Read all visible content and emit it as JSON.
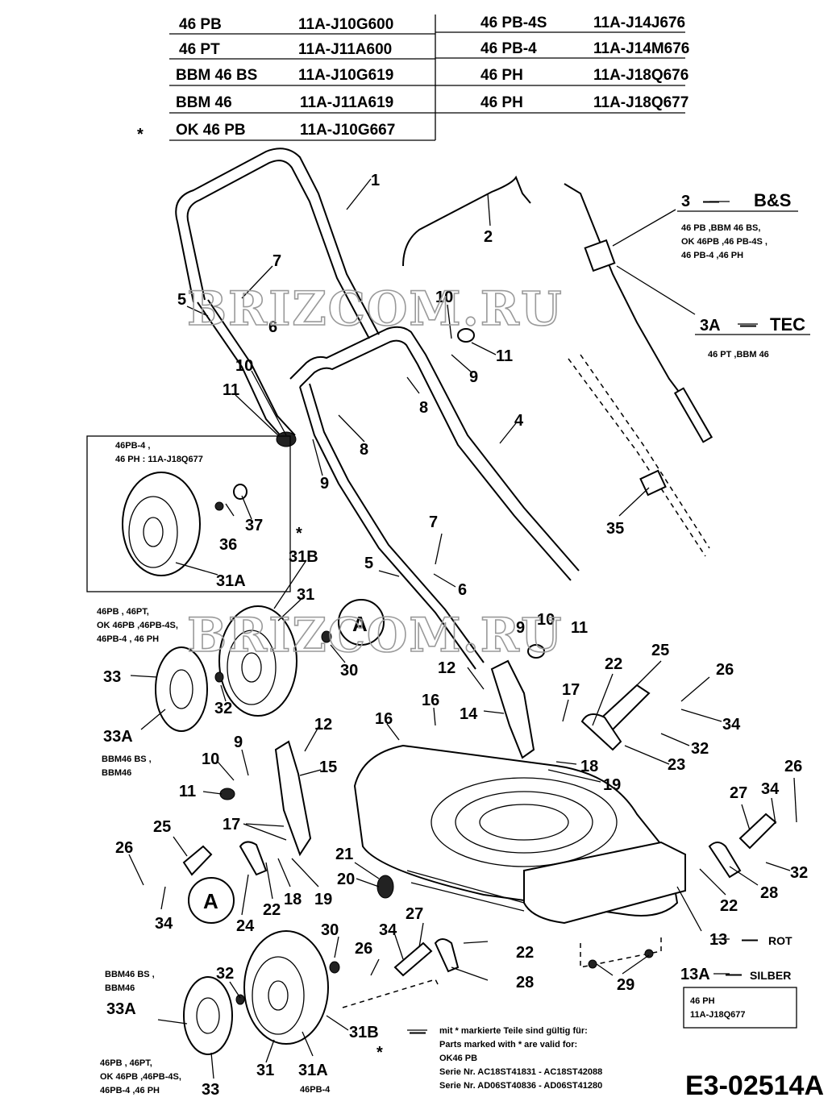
{
  "models_left": [
    {
      "model": "46 PB",
      "code": "11A-J10G600"
    },
    {
      "model": "46 PT",
      "code": "11A-J11A600"
    },
    {
      "model": "BBM 46 BS",
      "code": "11A-J10G619"
    },
    {
      "model": "BBM 46",
      "code": "11A-J11A619"
    },
    {
      "model": "OK 46 PB",
      "code": "11A-J10G667",
      "marker": "*"
    }
  ],
  "models_right": [
    {
      "model": "46 PB-4S",
      "code": "11A-J14J676"
    },
    {
      "model": "46 PB-4",
      "code": "11A-J14M676"
    },
    {
      "model": "46 PH",
      "code": "11A-J18Q676"
    },
    {
      "model": "46 PH",
      "code": "11A-J18Q677"
    }
  ],
  "parts": {
    "p1": "1",
    "p2": "2",
    "p3": "3",
    "p3a": "3A",
    "p4": "4",
    "p5a": "5",
    "p6a": "6",
    "p7a": "7",
    "p5b": "5",
    "p6b": "6",
    "p7b": "7",
    "p8a": "8",
    "p9a": "9",
    "p10a": "10",
    "p11a": "11",
    "p8b": "8",
    "p9b": "9",
    "p10b": "10",
    "p11b": "11",
    "p9c": "9",
    "p10c": "10",
    "p11c": "11",
    "p9d": "9",
    "p10d": "10",
    "p11d": "11",
    "p12a": "12",
    "p12b": "12",
    "p13": "13",
    "p13a": "13A",
    "p14": "14",
    "p15": "15",
    "p16a": "16",
    "p16b": "16",
    "p17a": "17",
    "p17b": "17",
    "p18a": "18",
    "p18b": "18",
    "p19a": "19",
    "p19b": "19",
    "p20": "20",
    "p21": "21",
    "p22a": "22",
    "p22b": "22",
    "p22c": "22",
    "p22d": "22",
    "p23": "23",
    "p24": "24",
    "p25a": "25",
    "p25b": "25",
    "p26a": "26",
    "p26b": "26",
    "p26c": "26",
    "p26d": "26",
    "p27a": "27",
    "p27b": "27",
    "p28a": "28",
    "p28b": "28",
    "p29": "29",
    "p30a": "30",
    "p30b": "30",
    "p31a": "31",
    "p31b": "31",
    "p31A_a": "31A",
    "p31A_b": "31A",
    "p31B_a": "31B",
    "p31B_b": "31B",
    "p32a": "32",
    "p32b": "32",
    "p32c": "32",
    "p32d": "32",
    "p33a": "33",
    "p33b": "33",
    "p33A_a": "33A",
    "p33A_b": "33A",
    "p34a": "34",
    "p34b": "34",
    "p34c": "34",
    "p34d": "34",
    "p35": "35",
    "p36": "36",
    "p37": "37",
    "star1": "*",
    "star2": "*",
    "star3": "*"
  },
  "callouts": {
    "a_upper": "A",
    "a_lower": "A",
    "bs_label": "B&S",
    "tec_label": "TEC",
    "dash": "—",
    "bs_models_1": "46 PB ,BBM 46 BS,",
    "bs_models_2": "OK 46PB ,46 PB-4S ,",
    "bs_models_3": "46 PB-4 ,46 PH",
    "tec_models": "46 PT ,BBM 46",
    "inset_1": "46PB-4 ,",
    "inset_2": "46 PH : 11A-J18Q677",
    "wheel_upper_1": "46PB , 46PT,",
    "wheel_upper_2": "OK 46PB ,46PB-4S,",
    "wheel_upper_3": "46PB-4 , 46 PH",
    "bbm_upper_1": "BBM46 BS ,",
    "bbm_upper_2": "BBM46",
    "bbm_lower_1": "BBM46 BS ,",
    "bbm_lower_2": "BBM46",
    "wheel_lower_1": "46PB , 46PT,",
    "wheel_lower_2": "OK 46PB ,46PB-4S,",
    "wheel_lower_3": "46PB-4 ,46 PH",
    "lower_31a_model": "46PB-4",
    "rot": "ROT",
    "silber": "SILBER",
    "ph_box_1": "46 PH",
    "ph_box_2": "11A-J18Q677"
  },
  "footnote": {
    "line1": "mit * markierte Teile sind gültig für:",
    "line2": "Parts marked with * are valid for:",
    "line3": "OK46 PB",
    "line4": "Serie Nr. AC18ST41831  -  AC18ST42088",
    "line5": "Serie Nr. AD06ST40836  -  AD06ST41280"
  },
  "drawing_id": "E3-02514A",
  "watermark": "BRIZCOM.RU"
}
